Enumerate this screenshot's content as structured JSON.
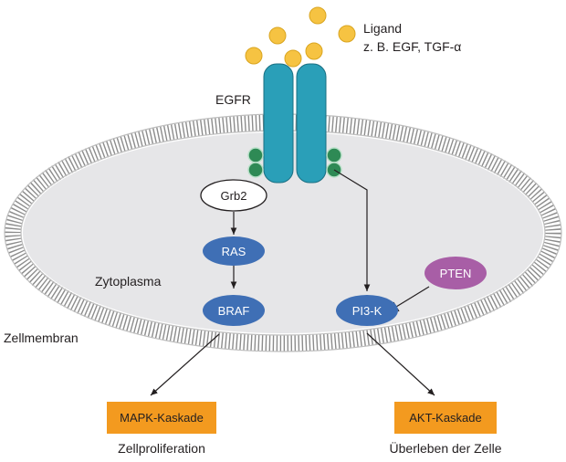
{
  "ligand": {
    "label": "Ligand",
    "examples": "z. B. EGF, TGF-α",
    "color": "#f6c342"
  },
  "receptor": {
    "label": "EGFR",
    "color": "#2a9fb8"
  },
  "phosphate_color": "#2e8a55",
  "compartments": {
    "cytoplasm": "Zytoplasma",
    "membrane": "Zellmembran"
  },
  "nodes": {
    "grb2": {
      "label": "Grb2"
    },
    "ras": {
      "label": "RAS"
    },
    "braf": {
      "label": "BRAF"
    },
    "pi3k": {
      "label": "PI3-K"
    },
    "pten": {
      "label": "PTEN"
    }
  },
  "node_color": "#3f6fb5",
  "pten_color": "#a85ea6",
  "outputs": {
    "mapk": {
      "label": "MAPK-Kaskade",
      "outcome": "Zellproliferation"
    },
    "akt": {
      "label": "AKT-Kaskade",
      "outcome": "Überleben der Zelle"
    }
  },
  "box_color": "#f39a1f"
}
